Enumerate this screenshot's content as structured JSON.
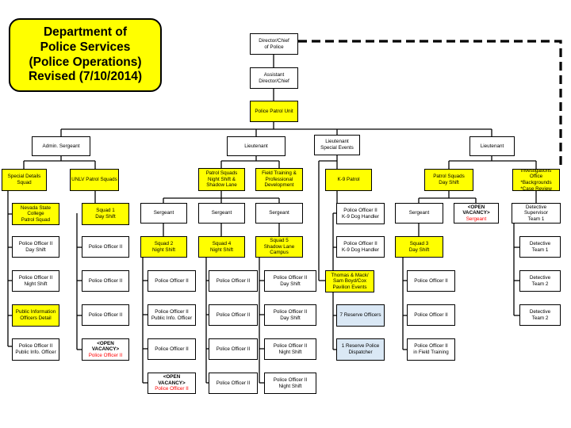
{
  "title": {
    "lines": [
      "Department of",
      "Police Services",
      "(Police Operations)",
      "Revised (7/10/2014)"
    ]
  },
  "boxes": {
    "director": [
      "Director/Chief",
      "of Police"
    ],
    "asst_director": [
      "Assistant",
      "Director/Chief"
    ],
    "patrol_unit": [
      "Police Patrol Unit"
    ],
    "admin_sergeant": [
      "Admin. Sergeant"
    ],
    "lieutenant_2": [
      "Lieutenant"
    ],
    "lieutenant_special": [
      "Lieutenant",
      "Special Events"
    ],
    "lieutenant_4": [
      "Lieutenant"
    ],
    "special_details": [
      "Special Details",
      "Squad"
    ],
    "unlv_patrol": [
      "UNLV Patrol Squads"
    ],
    "patrol_night_swing": [
      "Patrol Squads",
      "Night Shift &",
      "Shadow Lane"
    ],
    "field_training": [
      "Field Training &",
      "Professional",
      "Development"
    ],
    "k9_patrol": [
      "K-9 Patrol"
    ],
    "patrol_day": [
      "Patrol Squads",
      "Day Shift"
    ],
    "investigations": [
      "Investigations Office",
      "*Backgrounds",
      "*Case Review"
    ],
    "nevada_state": [
      "Nevada State",
      "College",
      "Patrol Squad"
    ],
    "squad1": [
      "Squad 1",
      "Day Shift"
    ],
    "sergeant_a": [
      "Sergeant"
    ],
    "sergeant_b": [
      "Sergeant"
    ],
    "sergeant_c": [
      "Sergeant"
    ],
    "k9_handler_1": [
      "Police Officer II",
      "K-9 Dog Handler"
    ],
    "sergeant_d": [
      "Sergeant"
    ],
    "open_sergeant": [
      "<OPEN VACANCY>",
      "Sergeant"
    ],
    "det_supervisor": [
      "Detective Supervisor",
      "Team 1"
    ],
    "po_day": [
      "Police Officer II",
      "Day Shift"
    ],
    "po_unlv_1": [
      "Police Officer II"
    ],
    "squad2": [
      "Squad 2",
      "Night Shift"
    ],
    "squad4": [
      "Squad 4",
      "Night Shift"
    ],
    "squad5": [
      "Squad 5",
      "Shadow Lane",
      "Campus"
    ],
    "k9_handler_2": [
      "Police Officer II",
      "K-9 Dog Handler"
    ],
    "squad3": [
      "Squad 3",
      "Day Shift"
    ],
    "det_team1": [
      "Detective",
      "Team 1"
    ],
    "po_night": [
      "Police Officer II",
      "Night Shift"
    ],
    "po_unlv_2": [
      "Police Officer II"
    ],
    "po_sq2_1": [
      "Police Officer II"
    ],
    "po_sq4_1": [
      "Police Officer II"
    ],
    "po_sq5_1": [
      "Police Officer II",
      "Day Shift"
    ],
    "thomas_mack": [
      "Thomas & Mack/",
      "Sam Boyd/Cox",
      "Pavilion Events"
    ],
    "po_sq3_1": [
      "Police Officer II"
    ],
    "det_team2": [
      "Detective",
      "Team 2"
    ],
    "public_info": [
      "Public Information",
      "Officers Detail"
    ],
    "po_unlv_3": [
      "Police Officer II"
    ],
    "po_sq2_2": [
      "Police Officer II",
      "Public Info. Officer"
    ],
    "po_sq4_2": [
      "Police Officer II"
    ],
    "po_sq5_2": [
      "Police Officer II",
      "Day Shift"
    ],
    "reserve7": [
      "7 Reserve Officers"
    ],
    "po_sq3_2": [
      "Police Officer II"
    ],
    "det_team2b": [
      "Detective",
      "Team 2"
    ],
    "po_pio": [
      "Police Officer II",
      "Public Info. Officer"
    ],
    "open_po_1": [
      "<OPEN VACANCY>",
      "Police Officer II"
    ],
    "po_sq2_3": [
      "Police Officer II"
    ],
    "po_sq4_3": [
      "Police Officer II"
    ],
    "po_sq5_3": [
      "Police Officer II",
      "Night Shift"
    ],
    "reserve1": [
      "1 Reserve Police",
      "Dispatcher"
    ],
    "po_sq3_3": [
      "Police Officer II",
      "in Field Training"
    ],
    "open_po_2": [
      "<OPEN VACANCY>",
      "Police Officer II"
    ],
    "po_sq4_4": [
      "Police Officer II"
    ],
    "po_sq5_4": [
      "Police Officer II",
      "Night Shift"
    ]
  },
  "colors": {
    "highlight": "#ffff00",
    "reserve": "#dae8f5",
    "vacancy_text": "#ff0000"
  }
}
